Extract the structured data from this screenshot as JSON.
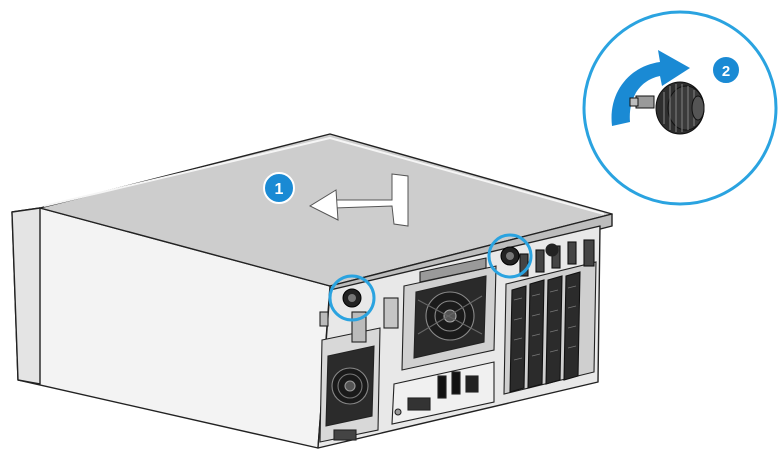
{
  "diagram": {
    "callouts": [
      {
        "number": "1",
        "action": "slide-cover"
      },
      {
        "number": "2",
        "action": "rotate-thumbscrew"
      }
    ],
    "colors": {
      "callout": "#1a8ad4",
      "highlight_ring": "#2aa3e0",
      "arrow_in_inset": "#1a8ad4",
      "panel_line": "#222222",
      "cover_fill": "#cfcfcf",
      "side_fill": "#f2f2f2",
      "back_fill": "#e6e6e6"
    }
  }
}
